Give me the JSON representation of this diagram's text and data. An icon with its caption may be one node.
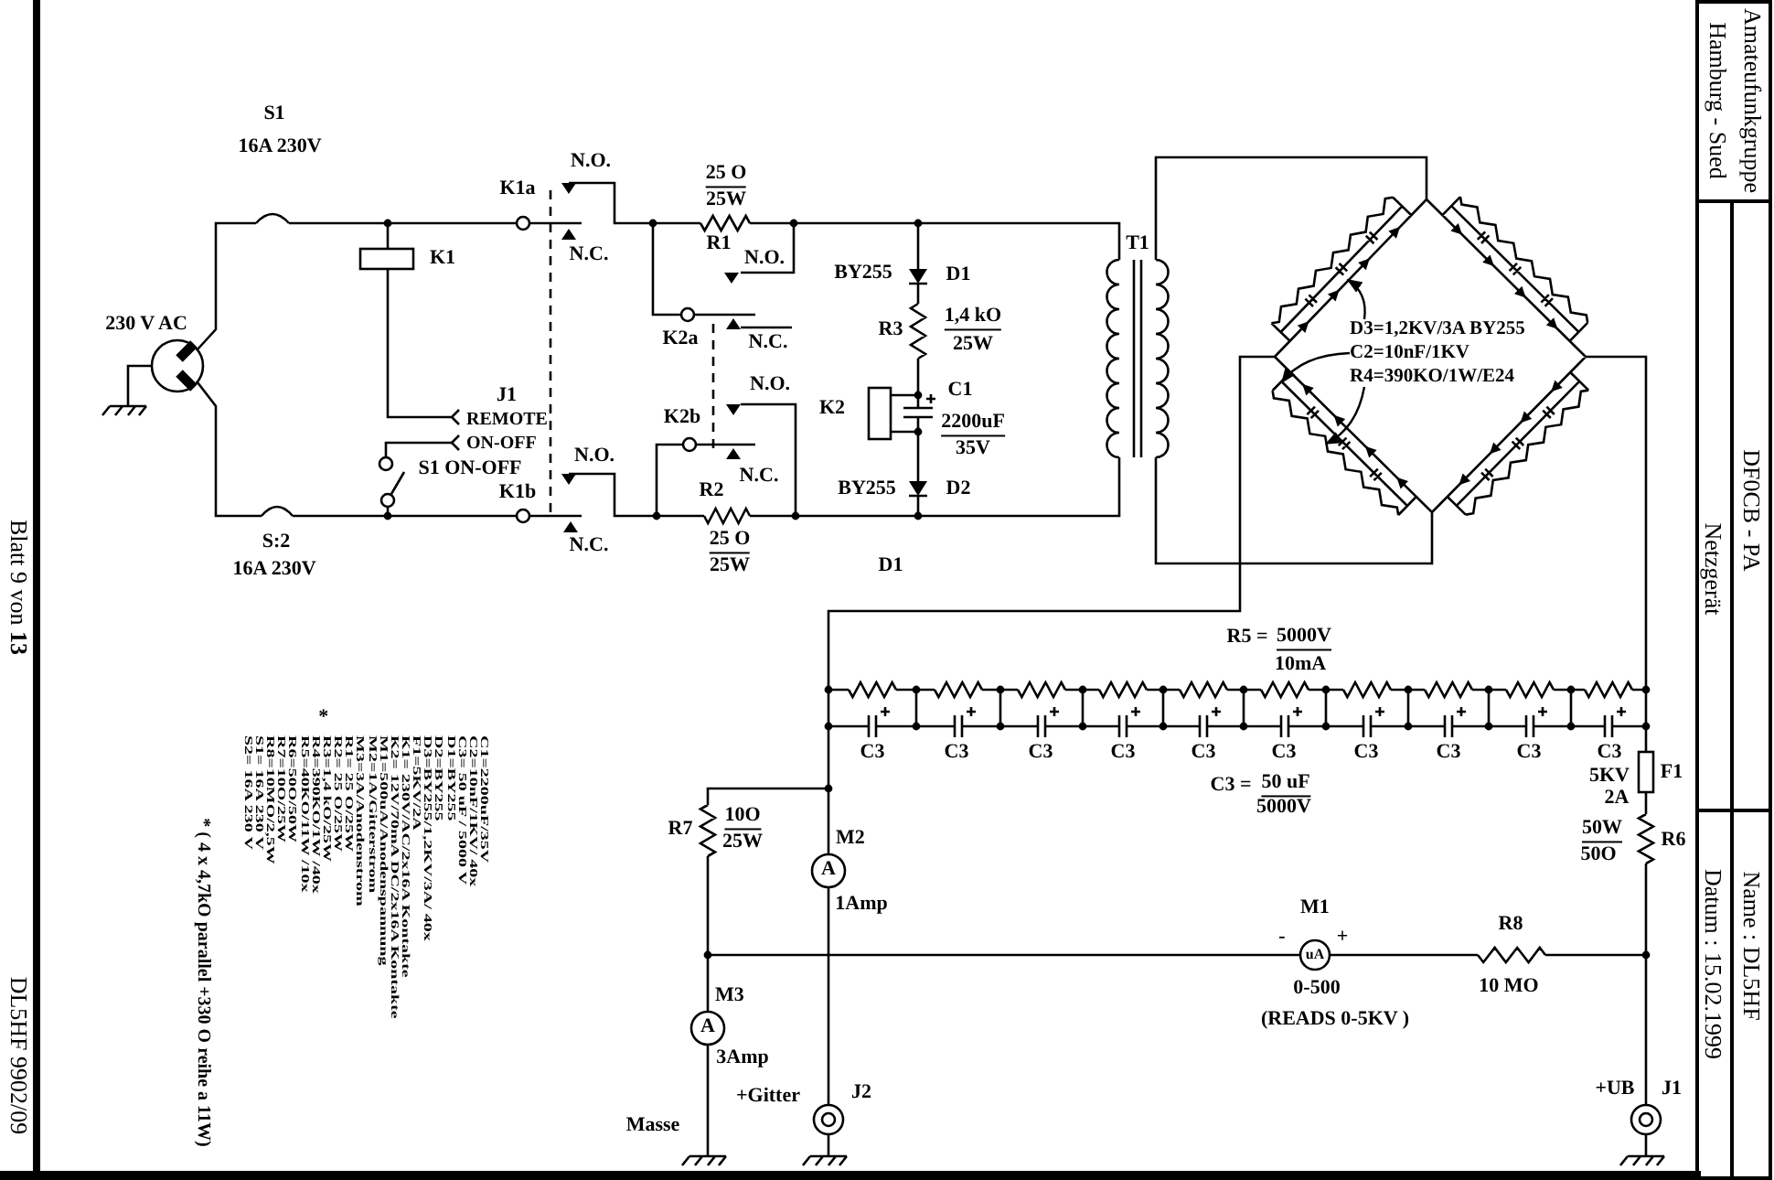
{
  "diagram": {
    "nodes": [
      {
        "text": [
          "Amateufunkgruppe Hamburg - Sued"
        ]
      },
      {
        "text": [
          "DF0CB - PA"
        ]
      },
      {
        "text": [
          "Netzgerät"
        ]
      },
      {
        "text": [
          "Name : DL5HF"
        ]
      },
      {
        "text": [
          "Datum : 15.02.1999"
        ]
      },
      {
        "text": [
          "D3=1,2KV/3A BY255"
        ]
      },
      {
        "text": [
          "C2=10nF/1KV"
        ]
      },
      {
        "text": [
          "R4=390KO/1W/E24"
        ]
      }
    ],
    "edges": [
      {
        "from": 5,
        "to": null,
        "arrow": "to"
      },
      {
        "from": 6,
        "to": null,
        "arrow": "to"
      },
      {
        "from": 7,
        "to": null,
        "arrow": "to"
      }
    ],
    "labels": [
      "S1",
      "16A 230V",
      "230 V AC",
      "K1",
      "K1a",
      "N.O.",
      "N.C.",
      "25 O",
      "25W",
      "R1",
      "N.O.",
      "BY255",
      "D1",
      "K2a",
      "N.C.",
      "R3",
      "1,4 kO",
      "25W",
      "C1",
      "2200uF",
      "35V",
      "J1",
      "REMOTE",
      "ON-OFF",
      "K2",
      "N.O.",
      "K2b",
      "S1 ON-OFF",
      "N.O.",
      "N.C.",
      "K1b",
      "R2",
      "BY255",
      "D2",
      "S:2",
      "N.C.",
      "25 O",
      "25W",
      "16A 230V",
      "D1",
      "T1",
      "R5 =",
      "5000V",
      "10mA",
      "C3",
      "C3",
      "C3",
      "C3",
      "C3",
      "C3",
      "C3",
      "C3",
      "C3",
      "C3",
      "5KV",
      "2A",
      "F1",
      "C3 =",
      "50 uF",
      "5000V",
      "R7",
      "10O",
      "25W",
      "M2",
      "A",
      "1Amp",
      "50W",
      "50O",
      "R6",
      "M1",
      "-",
      "+",
      "uA",
      "0-500",
      "(READS 0-5KV )",
      "R8",
      "10 MO",
      "M3",
      "A",
      "3Amp",
      "+Gitter",
      "J2",
      "Masse",
      "+UB",
      "J1",
      "Blatt 9 von **13**",
      "DL5HF 9902/09",
      "C1=2200uF/35V",
      "C2=10nF/1KV/ 40x",
      "C3= 50 uF / 5000 V",
      "D1=BY255",
      "D2=BY255",
      "D3=BY255/1,2KV/3A/ 40x",
      "F1=5KV/2A",
      "K1= 230V/AC/2x16A Kontakte",
      "K2= 12V/70mA DC/2x16A Kontakte",
      "M1=500uA/Anodenspannung",
      "M2=1A/Gitterstrom",
      "M3=3A/Anodenstrom",
      "R1= 25 O/25W",
      "R2= 25 O/25W",
      "*",
      "R3=1,4 kO/25W",
      "R4=390KO/1W /40x",
      "R5=40KO/11W /10x",
      "R6=50O/50W",
      "R7=10O/25W",
      "R8=10MO/2,5W",
      "S1= 16A 230 V",
      "S2= 16A 230 V",
      "* ( 4 x 4,7kO parallel +330 O reihe a 11W)"
    ]
  }
}
